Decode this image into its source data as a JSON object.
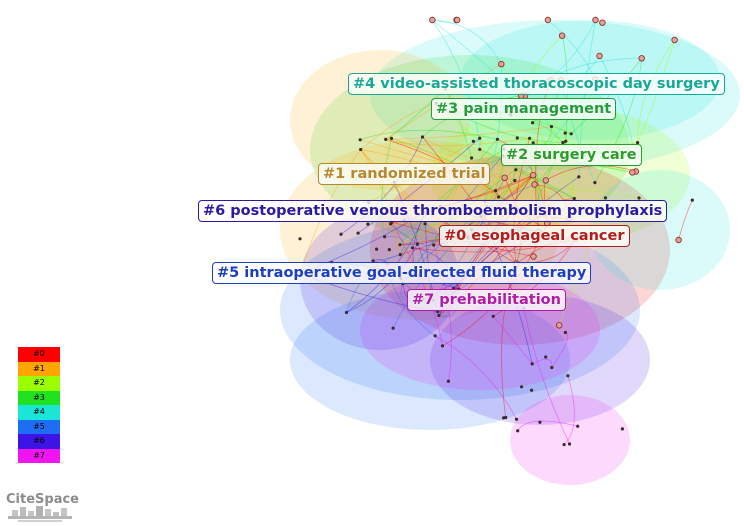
{
  "clusters": [
    {
      "id": 0,
      "label": "#0 esophageal cancer",
      "color": "#ff0000",
      "label_color": "#b31b1b"
    },
    {
      "id": 1,
      "label": "#1 randomized trial",
      "color": "#ffa500",
      "label_color": "#b8862b"
    },
    {
      "id": 2,
      "label": "#2 surgery care",
      "color": "#9cff00",
      "label_color": "#2a9d2a"
    },
    {
      "id": 3,
      "label": "#3 pain management",
      "color": "#21e221",
      "label_color": "#1f9e3a"
    },
    {
      "id": 4,
      "label": "#4 video-assisted thoracoscopic day surgery",
      "color": "#19e6d7",
      "label_color": "#18a898"
    },
    {
      "id": 5,
      "label": "#5 intraoperative goal-directed fluid therapy",
      "color": "#1e6ef5",
      "label_color": "#1b3fbf"
    },
    {
      "id": 6,
      "label": "#6 postoperative venous thromboembolism prophylaxis",
      "color": "#3c14e6",
      "label_color": "#2a1aa5"
    },
    {
      "id": 7,
      "label": "#7 prehabilitation",
      "color": "#f014f0",
      "label_color": "#b21aa8"
    }
  ],
  "legend": [
    "#0",
    "#1",
    "#2",
    "#3",
    "#4",
    "#5",
    "#6",
    "#7"
  ],
  "brand": "CiteSpace"
}
